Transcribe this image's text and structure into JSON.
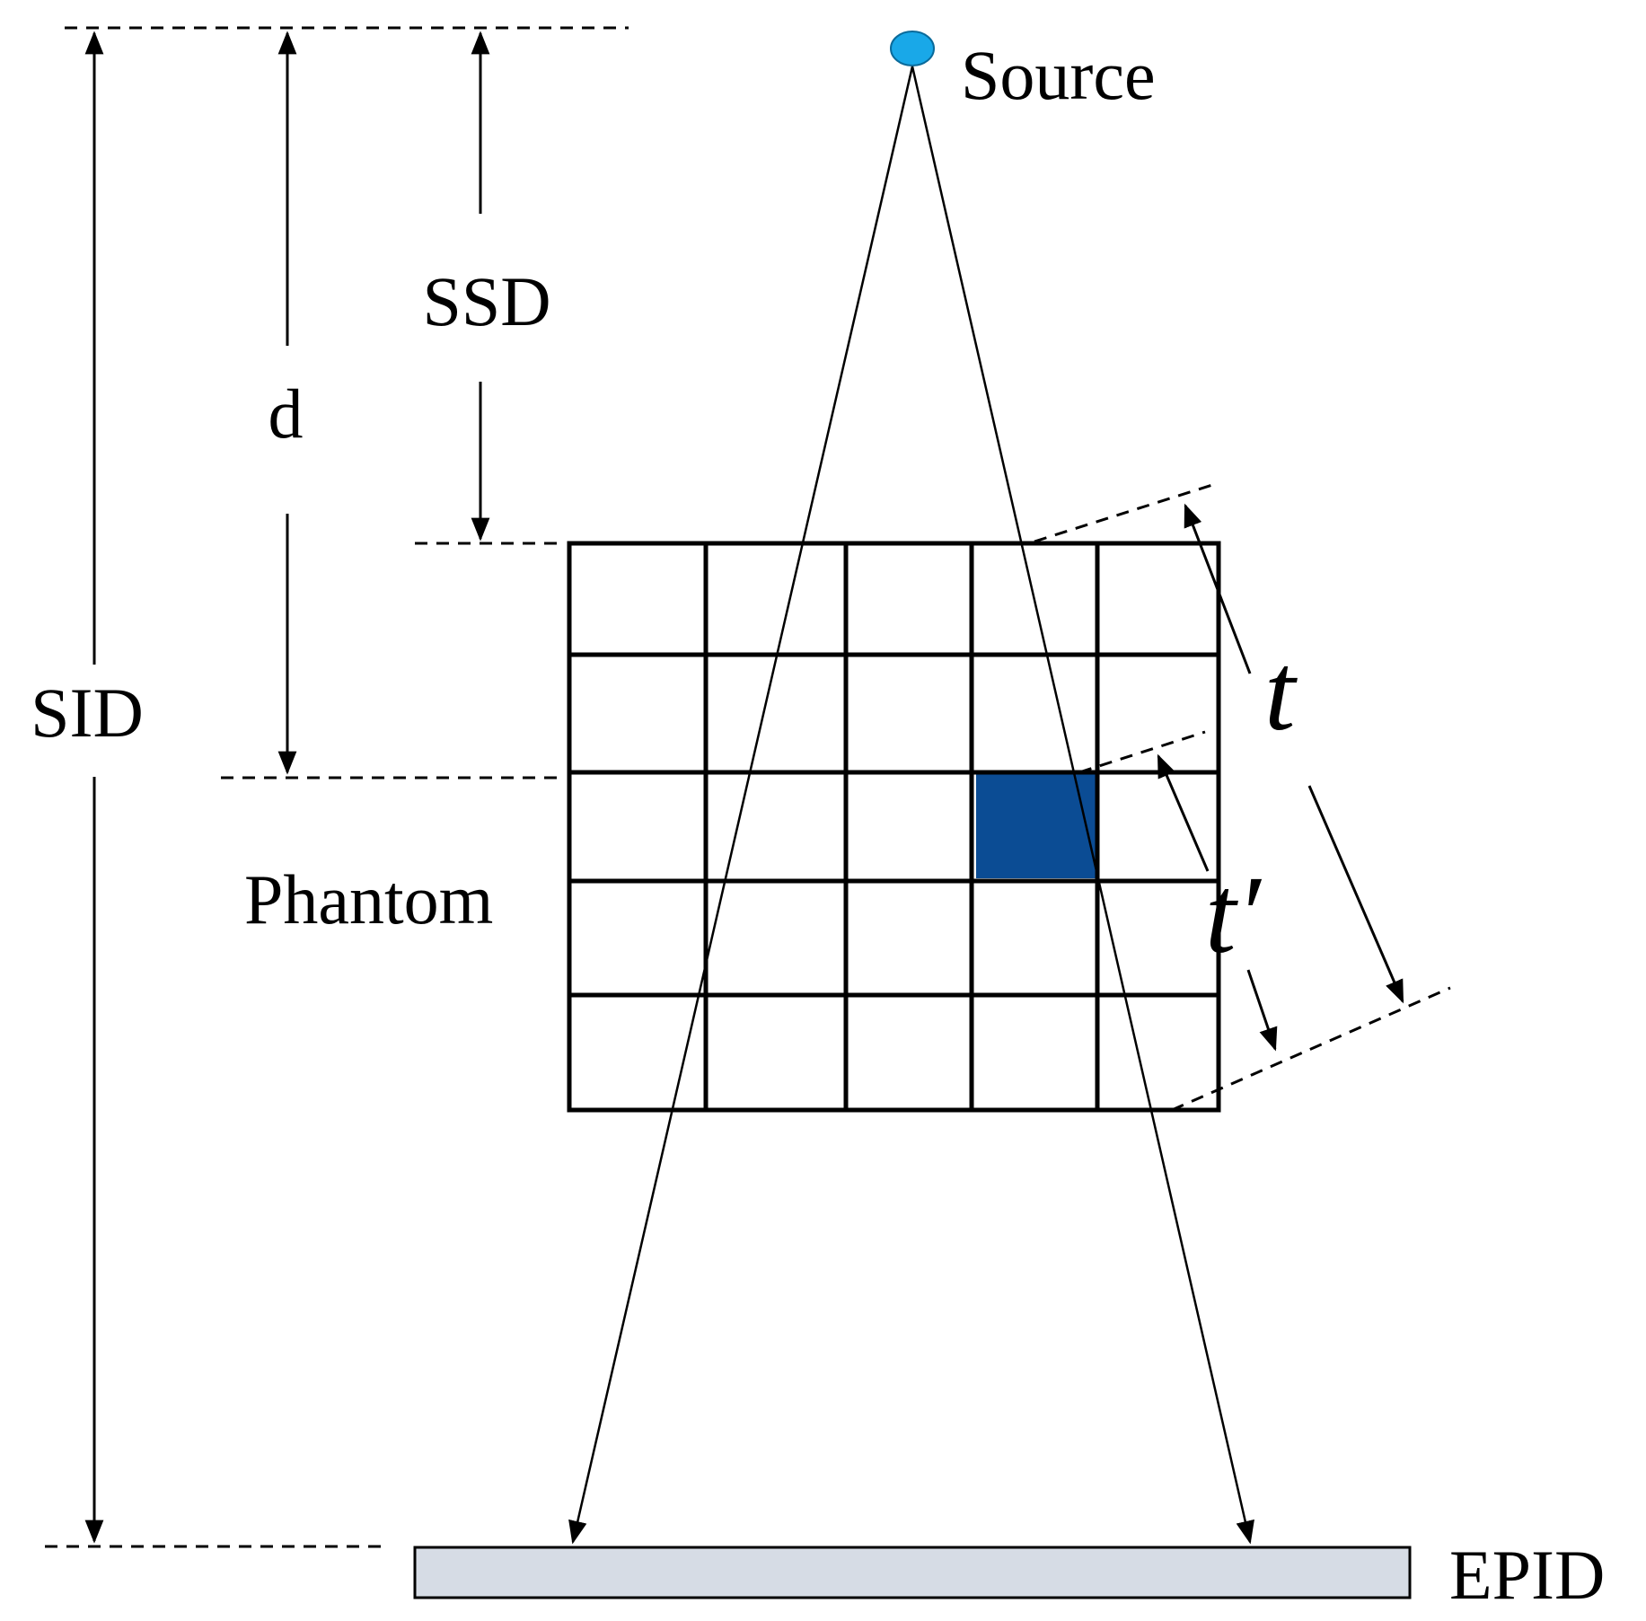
{
  "labels": {
    "source": "Source",
    "ssd": "SSD",
    "d": "d",
    "sid": "SID",
    "phantom": "Phantom",
    "t": "t",
    "t_prime": "t′",
    "epid": "EPID"
  },
  "phantom_grid": {
    "rows": 5,
    "cols": 5,
    "highlighted_cell": {
      "row": 3,
      "col": 4
    }
  },
  "colors": {
    "source": "#19A8E8",
    "highlight_cell": "#0B4C94",
    "epid_fill": "#D6DCE5",
    "lines": "#000000"
  }
}
